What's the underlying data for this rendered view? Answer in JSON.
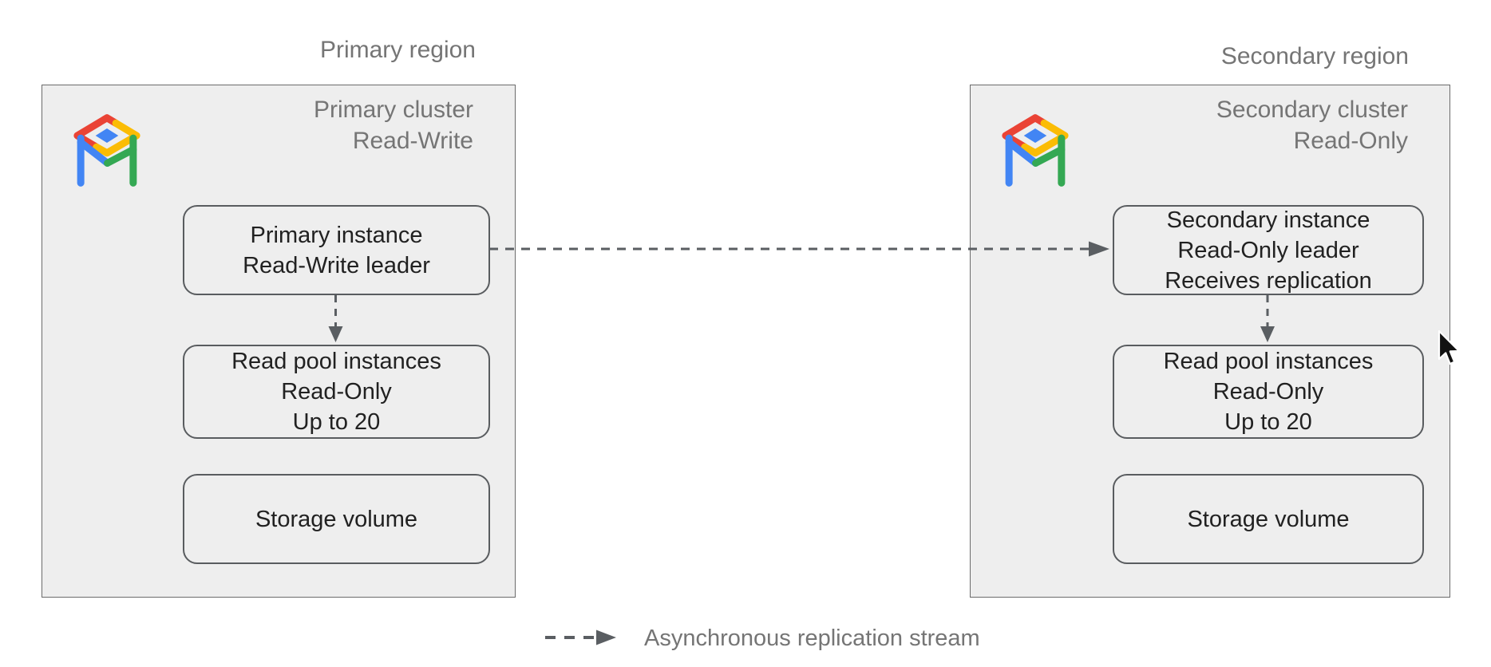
{
  "primary": {
    "region_label": "Primary region",
    "cluster": {
      "title_lines": [
        "Primary cluster",
        "Read-Write"
      ],
      "icon": "alloydb-table-icon",
      "boxes": [
        {
          "lines": [
            "Primary instance",
            "Read-Write leader"
          ]
        },
        {
          "lines": [
            "Read pool instances",
            "Read-Only",
            "Up to 20"
          ]
        },
        {
          "lines": [
            "Storage volume"
          ]
        }
      ]
    }
  },
  "secondary": {
    "region_label": "Secondary region",
    "cluster": {
      "title_lines": [
        "Secondary cluster",
        "Read-Only"
      ],
      "icon": "alloydb-table-icon",
      "boxes": [
        {
          "lines": [
            "Secondary instance",
            "Read-Only leader",
            "Receives replication"
          ]
        },
        {
          "lines": [
            "Read pool instances",
            "Read-Only",
            "Up to 20"
          ]
        },
        {
          "lines": [
            "Storage volume"
          ]
        }
      ]
    }
  },
  "arrows": {
    "cross_region": {
      "style": "dashed",
      "from": "Primary instance",
      "to": "Secondary instance"
    },
    "primary_down": {
      "style": "dashed",
      "from": "Primary instance",
      "to": "Read pool instances"
    },
    "secondary_down": {
      "style": "dashed",
      "from": "Secondary instance",
      "to": "Read pool instances"
    }
  },
  "legend": {
    "symbol": "dashed-arrow",
    "label": "Asynchronous replication stream"
  },
  "icons": {
    "cluster_icon": "alloydb-table-icon",
    "pointer": "mouse-cursor-arrow"
  },
  "colors": {
    "cluster_fill": "#eeeeee",
    "cluster_border": "#6b6b6b",
    "box_border": "#595c5f",
    "text_dark": "#212121",
    "text_gray": "#757575",
    "arrow_gray": "#5a5e62",
    "icon_red": "#EA4335",
    "icon_yellow": "#FBBC04",
    "icon_green": "#34A853",
    "icon_blue": "#4285F4"
  }
}
